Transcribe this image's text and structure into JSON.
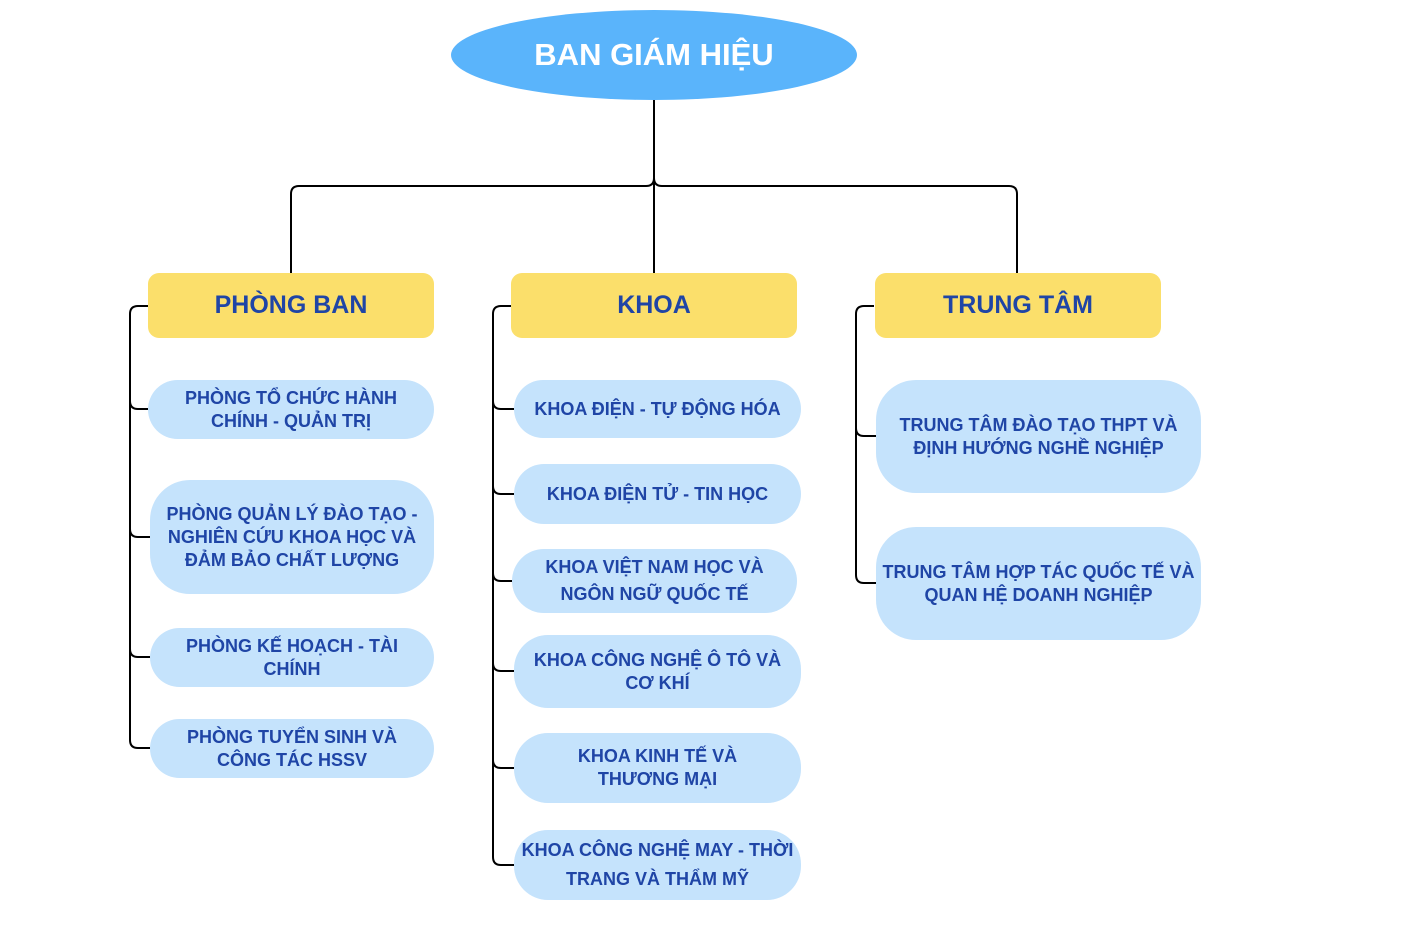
{
  "root": {
    "label": "BAN GIÁM HIỆU"
  },
  "colors": {
    "root_fill": "#5ab4fb",
    "header_fill": "#fbdf6b",
    "item_fill": "#c5e3fc",
    "text": "#1f45a6",
    "connector": "#000000"
  },
  "groups": [
    {
      "label": "PHÒNG BAN",
      "items": [
        "PHÒNG TỔ CHỨC HÀNH CHÍNH - QUẢN TRỊ",
        "PHÒNG QUẢN LÝ ĐÀO TẠO - NGHIÊN CỨU KHOA HỌC VÀ ĐẢM BẢO CHẤT LƯỢNG",
        "PHÒNG KẾ HOẠCH - TÀI CHÍNH",
        "PHÒNG TUYỂN SINH VÀ CÔNG TÁC HSSV"
      ]
    },
    {
      "label": "KHOA",
      "items": [
        "KHOA ĐIỆN - TỰ ĐỘNG HÓA",
        "KHOA ĐIỆN TỬ - TIN HỌC",
        "KHOA VIỆT NAM HỌC VÀ NGÔN NGỮ QUỐC TẾ",
        "KHOA CÔNG NGHỆ Ô TÔ VÀ CƠ KHÍ",
        "KHOA KINH TẾ VÀ THƯƠNG MẠI",
        "KHOA CÔNG NGHỆ MAY - THỜI TRANG VÀ THẨM MỸ"
      ]
    },
    {
      "label": "TRUNG TÂM",
      "items": [
        "TRUNG TÂM ĐÀO TẠO THPT VÀ ĐỊNH HƯỚNG NGHỀ NGHIỆP",
        "TRUNG TÂM HỢP TÁC QUỐC TẾ VÀ QUAN HỆ DOANH NGHIỆP"
      ]
    }
  ]
}
